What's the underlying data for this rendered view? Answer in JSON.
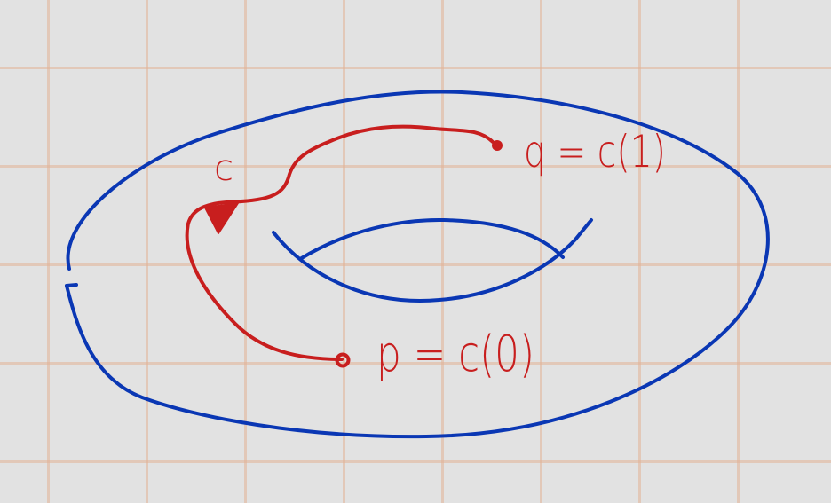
{
  "colors": {
    "background": "#e2e2e2",
    "grid": "#e2b296",
    "torus": "#0a37b4",
    "curve": "#c81e1e"
  },
  "labels": {
    "curve_name": "c",
    "end_point": "q = c(1)",
    "start_point": "p = c(0)"
  }
}
